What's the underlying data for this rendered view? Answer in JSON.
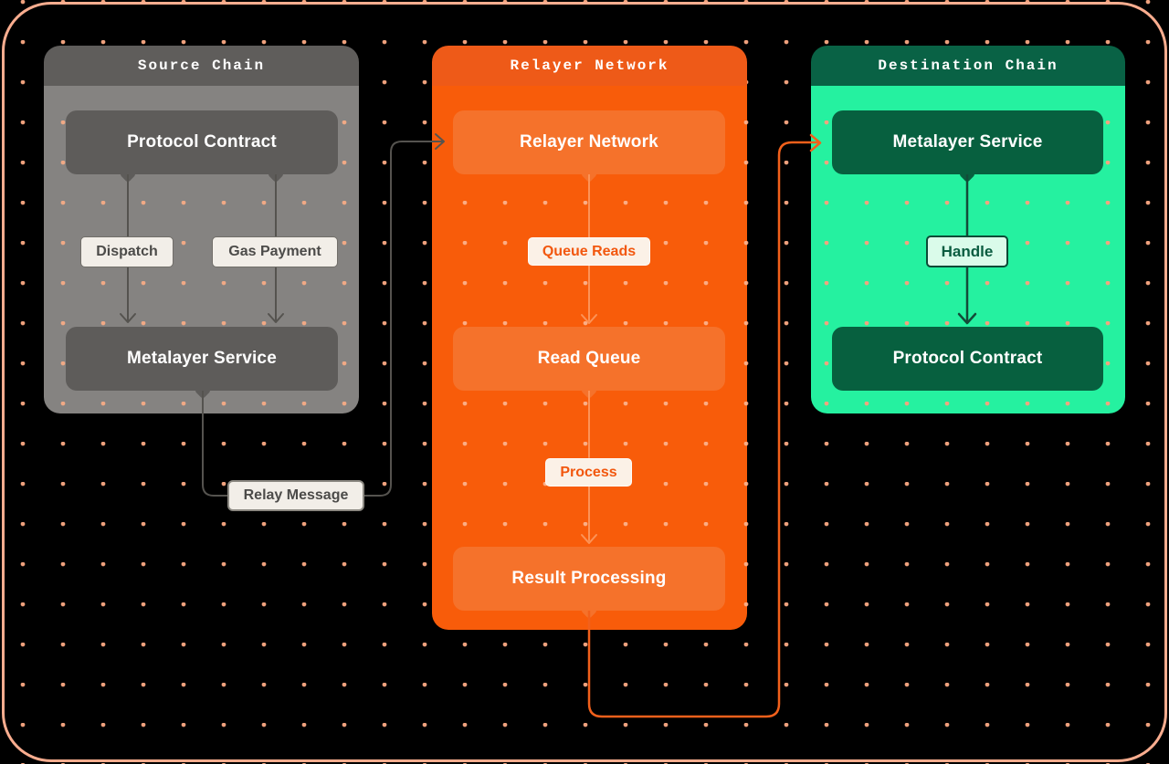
{
  "source_chain": {
    "title": "Source Chain",
    "nodes": {
      "protocol_contract": "Protocol Contract",
      "metalayer_service": "Metalayer Service"
    },
    "edge_labels": {
      "dispatch": "Dispatch",
      "gas_payment": "Gas Payment"
    }
  },
  "relayer": {
    "title": "Relayer Network",
    "nodes": {
      "relayer_network": "Relayer Network",
      "read_queue": "Read Queue",
      "result_processing": "Result Processing"
    },
    "edge_labels": {
      "queue_reads": "Queue Reads",
      "process": "Process"
    }
  },
  "destination_chain": {
    "title": "Destination Chain",
    "nodes": {
      "metalayer_service": "Metalayer Service",
      "protocol_contract": "Protocol Contract"
    },
    "edge_labels": {
      "handle": "Handle"
    }
  },
  "connector_labels": {
    "relay_message": "Relay Message"
  },
  "colors": {
    "background": "#000000",
    "frame_border": "#F9AD8F",
    "dot_grid": "#EFA17D",
    "source_header": "#5F5D5B",
    "source_body": "#858381",
    "source_node": "#5E5C5A",
    "relayer_header": "#EE5A18",
    "relayer_body": "#F85C0A",
    "relayer_node": "#F5722B",
    "destination_header": "#096245",
    "destination_body": "#25F1A0",
    "destination_node": "#07603F",
    "wire_gray": "#55534F",
    "wire_light_orange": "#FC9357",
    "wire_orange": "#F2601B",
    "wire_dark_green": "#134B38",
    "label_cream": "#F2EEE8",
    "label_cream_warm": "#FBF1E7",
    "label_mint": "#DAFBEA"
  }
}
